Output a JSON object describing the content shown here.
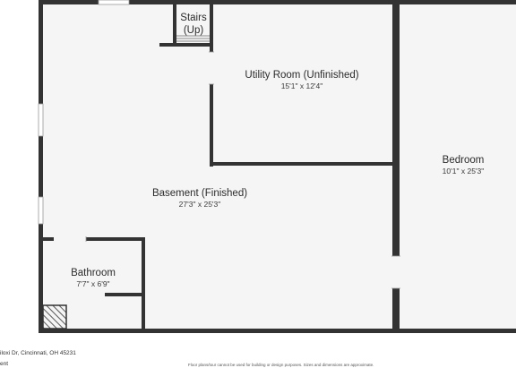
{
  "rooms": {
    "stairs": {
      "name_line1": "Stairs",
      "name_line2": "(Up)"
    },
    "utility": {
      "name": "Utility Room (Unfinished)",
      "dims": "15'1\" x 12'4\""
    },
    "basement": {
      "name": "Basement (Finished)",
      "dims": "27'3\" x 25'3\""
    },
    "bedroom": {
      "name": "Bedroom",
      "dims": "10'1\" x 25'3\""
    },
    "bathroom": {
      "name": "Bathroom",
      "dims": "7'7\" x 6'9\""
    }
  },
  "footer": {
    "address": "iloxi Dr, Cincinnati, OH 45231",
    "level": "ent",
    "disclaimer": "Floor plans/tour cannot be used for building or design purposes. Sizes and dimensions are approximate."
  },
  "colors": {
    "wall": "#333333",
    "floor": "#f5f5f5",
    "window": "#ffffff"
  }
}
